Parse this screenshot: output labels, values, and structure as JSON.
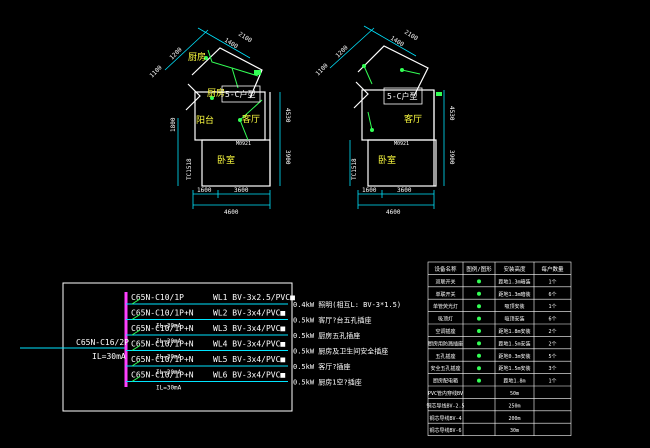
{
  "plan_left": {
    "rooms": {
      "kitchen": "厨房",
      "balcony": "阳台",
      "living": "客厅",
      "bedroom": "卧室",
      "household": "5-C户型"
    },
    "dims": {
      "top_a": "2100",
      "top_b": "1400",
      "side_a": "1100",
      "side_b": "1200",
      "right_a": "4530",
      "right_b": "3900",
      "left_a": "1800",
      "left_b": "TC1518",
      "bot_a": "1600",
      "bot_b": "3600",
      "bot_total": "4600"
    },
    "door_tag": "M0921"
  },
  "plan_right": {
    "rooms": {
      "living": "客厅",
      "bedroom": "卧室",
      "household": "5-C户型"
    },
    "dims": {
      "top_a": "2100",
      "top_b": "1400",
      "side_a": "1100",
      "side_b": "1200",
      "right_a": "4530",
      "right_b": "3900",
      "left_a": "TC1518",
      "bot_a": "1600",
      "bot_b": "3600",
      "bot_total": "4600"
    },
    "door_tag": "M0921"
  },
  "panel": {
    "main_breaker": "C65N-C16/2P",
    "leakage": "IL=30mA",
    "circuits": [
      {
        "breaker": "C65N-C10/1P",
        "line": "WL1  BV-3x2.5/PVC■",
        "load": "0.4kW 照明(相互L: BV-3*1.5)",
        "sub": ""
      },
      {
        "breaker": "C65N-C10/1P+N",
        "line": "WL2  BV-3x4/PVC■",
        "load": "0.5kW 客厅?台五孔插座",
        "sub": "IL=30mA"
      },
      {
        "breaker": "C65N-C10/1P+N",
        "line": "WL3  BV-3x4/PVC■",
        "load": "0.5kW 厨房五孔插座",
        "sub": "IL=30mA"
      },
      {
        "breaker": "C65N-C10/1P+N",
        "line": "WL4  BV-3x4/PVC■",
        "load": "0.5kW 厨房及卫生间安全插座",
        "sub": "IL=30mA"
      },
      {
        "breaker": "C65N-C10/1P+N",
        "line": "WL5  BV-3x4/PVC■",
        "load": "0.5kW 客厅?插座",
        "sub": "IL=30mA"
      },
      {
        "breaker": "C65N-C10/1P+N",
        "line": "WL6  BV-3x4/PVC■",
        "load": "0.5kW 厨房1空?插座",
        "sub": "IL=30mA"
      }
    ]
  },
  "legend": {
    "headers": [
      "设备名称",
      "图例/图形",
      "安装高度",
      "每户数量"
    ],
    "rows": [
      [
        "双联开关",
        "",
        "距地1.3m暗装",
        "1个"
      ],
      [
        "单联开关",
        "",
        "距地1.3m暗装",
        "6个"
      ],
      [
        "单管荧光灯",
        "",
        "吸顶安装",
        "1个"
      ],
      [
        "吸顶灯",
        "",
        "吸顶安装",
        "6个"
      ],
      [
        "空调插座",
        "",
        "距地1.8m安装",
        "2个"
      ],
      [
        "厨房用防溅插座",
        "",
        "距地1.5m安装",
        "2个"
      ],
      [
        "五孔插座",
        "",
        "距地0.3m安装",
        "5个"
      ],
      [
        "安全五孔插座",
        "",
        "距地1.5m安装",
        "3个"
      ],
      [
        "厨房配电箱",
        "",
        "距地1.8m",
        "1个"
      ],
      [
        "PVC管内穿线BV",
        "",
        "50m",
        ""
      ],
      [
        "铜芯导线BV-2.5",
        "",
        "250m",
        ""
      ],
      [
        "铜芯导线BV-4",
        "",
        "200m",
        ""
      ],
      [
        "铜芯导线BV-6",
        "",
        "30m",
        ""
      ]
    ]
  }
}
